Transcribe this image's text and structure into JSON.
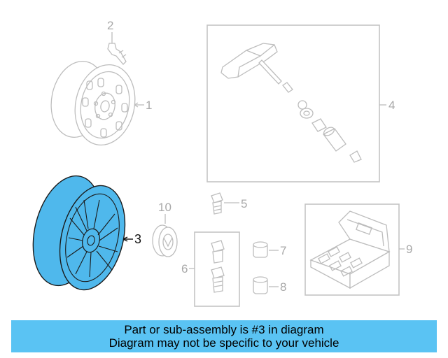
{
  "callouts": {
    "c1": "1",
    "c2": "2",
    "c3": "3",
    "c4": "4",
    "c5": "5",
    "c6": "6",
    "c7": "7",
    "c8": "8",
    "c9": "9",
    "c10": "10"
  },
  "highlight_color": "#4fb8ec",
  "banner": {
    "line1": "Part or sub-assembly is #3 in diagram",
    "line2": "Diagram may not be specific to your vehicle",
    "color": "#5ac3f3"
  }
}
